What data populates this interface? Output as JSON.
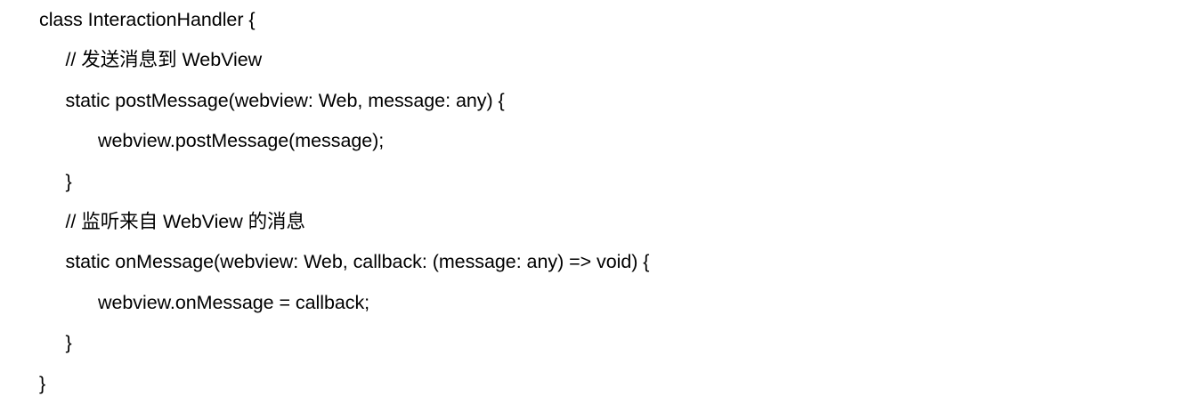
{
  "code": {
    "language": "typescript",
    "background_color": "#ffffff",
    "text_color": "#000000",
    "lines": [
      {
        "indent": 0,
        "text": "class InteractionHandler {"
      },
      {
        "indent": 1,
        "text": "// 发送消息到 WebView"
      },
      {
        "indent": 1,
        "text": "static postMessage(webview: Web, message: any) {"
      },
      {
        "indent": 2,
        "text": "webview.postMessage(message);"
      },
      {
        "indent": 1,
        "text": "}"
      },
      {
        "indent": 1,
        "text": "// 监听来自 WebView 的消息"
      },
      {
        "indent": 1,
        "text": "static onMessage(webview: Web, callback: (message: any) => void) {"
      },
      {
        "indent": 2,
        "text": "webview.onMessage = callback;"
      },
      {
        "indent": 1,
        "text": "}"
      },
      {
        "indent": 0,
        "text": "}"
      }
    ]
  }
}
